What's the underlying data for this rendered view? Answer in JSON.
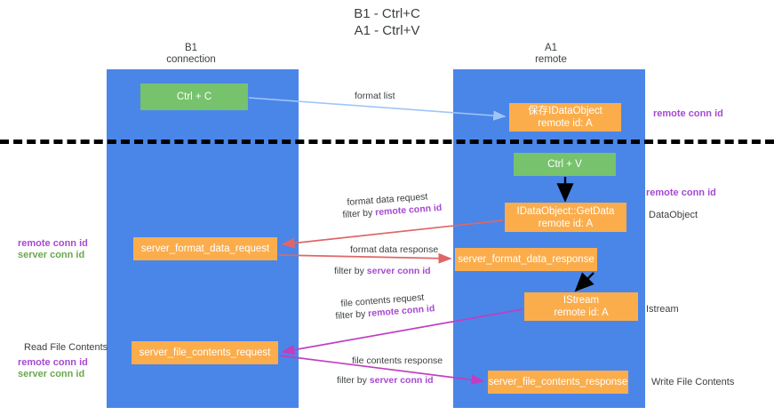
{
  "title": "B1 - Ctrl+C\nA1 - Ctrl+V",
  "columns": {
    "left": {
      "label": "B1\nconnection"
    },
    "right": {
      "label": "A1\nremote"
    }
  },
  "nodes": {
    "ctrl_c": {
      "label": "Ctrl + C",
      "color": "#77c26c"
    },
    "idataobject": {
      "label": "保存IDataObject\nremote id: A",
      "color": "#fbad4c"
    },
    "ctrl_v": {
      "label": "Ctrl + V",
      "color": "#77c26c"
    },
    "getdata": {
      "label": "IDataObject::GetData\nremote id: A",
      "color": "#fbad4c"
    },
    "server_format_data_request": {
      "label": "server_format_data_request",
      "color": "#fbad4c"
    },
    "server_format_data_response": {
      "label": "server_format_data_response",
      "color": "#fbad4c"
    },
    "istream": {
      "label": "IStream\nremote id: A",
      "color": "#fbad4c"
    },
    "server_file_contents_request": {
      "label": "server_file_contents_request",
      "color": "#fbad4c"
    },
    "server_file_contents_response": {
      "label": "server_file_contents_response",
      "color": "#fbad4c"
    }
  },
  "edges": {
    "format_list": {
      "label": "format list",
      "color": "#9fc5f8"
    },
    "format_data_request": {
      "line1": "format data request",
      "line2_prefix": "filter by ",
      "line2_emphasis": "remote conn id",
      "color": "#e06666"
    },
    "format_data_response": {
      "line1": "format data response",
      "line2_prefix": "filter by ",
      "line2_emphasis": "server conn id",
      "color": "#e06666"
    },
    "file_contents_request": {
      "line1": "file contents request",
      "line2_prefix": "filter by ",
      "line2_emphasis": "remote conn id",
      "color": "#c13ec1"
    },
    "file_contents_response": {
      "line1": "file contents response",
      "line2_prefix": "filter by ",
      "line2_emphasis": "server conn id",
      "color": "#c13ec1"
    }
  },
  "annotations": {
    "remote_conn_id_top": "remote conn id",
    "remote_conn_id_mid": "remote conn id",
    "dataobject": "DataObject",
    "istream_side": "Istream",
    "read_file_contents": "Read File Contents",
    "write_file_contents": "Write File Contents",
    "left_ids": {
      "remote": "remote conn id",
      "server": "server conn id"
    },
    "left_ids_2": {
      "remote": "remote conn id",
      "server": "server conn id"
    }
  },
  "colors": {
    "lane": "#4a86e8",
    "green_node": "#77c26c",
    "orange_node": "#fbad4c",
    "remote_conn_id": "#a64ad1",
    "server_conn_id": "#6aa84f",
    "divider": "#000000",
    "background": "#ffffff"
  }
}
